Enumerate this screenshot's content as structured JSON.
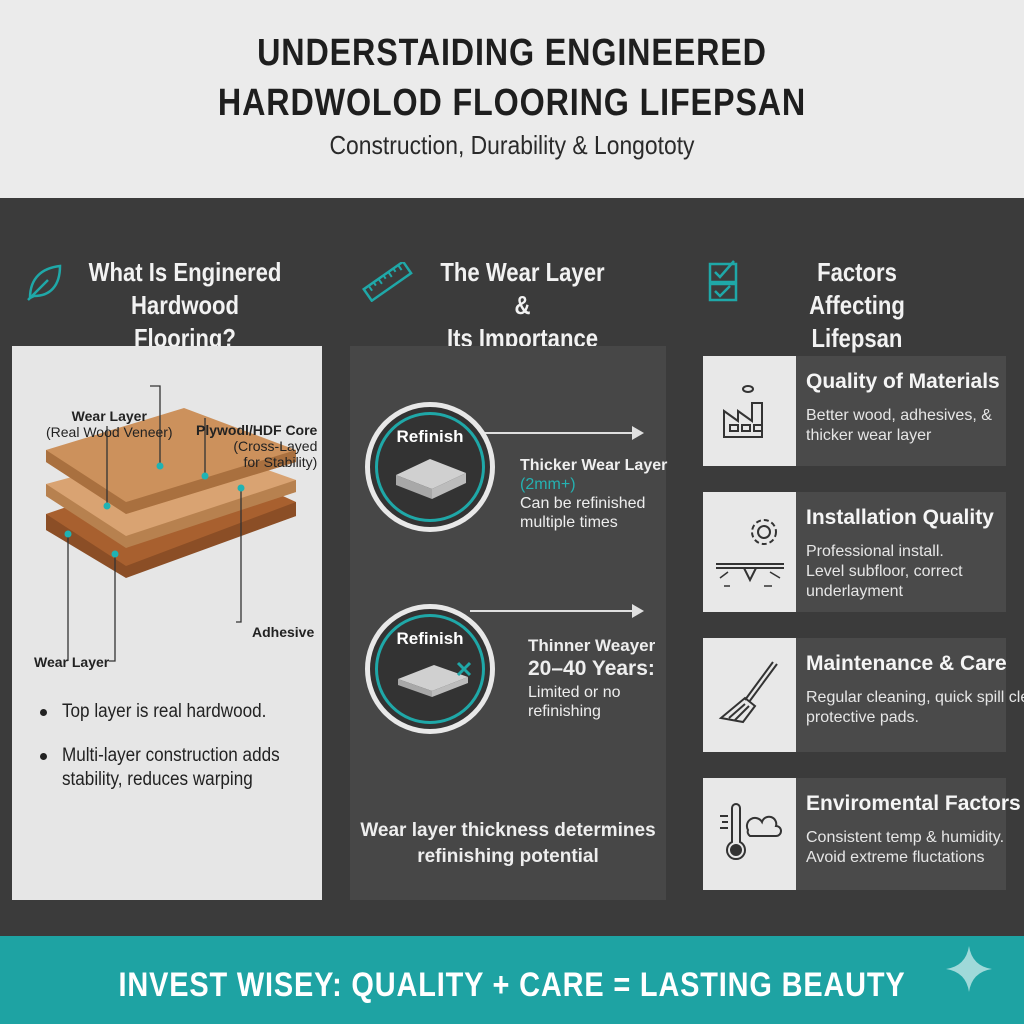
{
  "header": {
    "title_line1": "UNDERSTAIDING ENGINEERED",
    "title_line2": "HARDWOLOD FLOORING LIFEPSAN",
    "subtitle": "Construction, Durability & Longototy"
  },
  "columns": [
    {
      "icon": "leaf-icon",
      "title_line1": "What Is Enginered",
      "title_line2": "Hardwood Flooring?"
    },
    {
      "icon": "ruler-icon",
      "title_line1": "The Wear Layer &",
      "title_line2": "Its Importance"
    },
    {
      "icon": "checklist-icon",
      "title_line1": "Factors Affecting",
      "title_line2": "Lifepsan"
    }
  ],
  "diagram": {
    "label_wear_top": "Wear Layer",
    "label_wear_top_sub": "(Real Wood Veneer)",
    "label_core": "Plywodl/HDF Core",
    "label_core_sub1": "(Cross-Layed",
    "label_core_sub2": "for Stability)",
    "label_adhesive": "Adhesive",
    "label_wear_bottom": "Wear Layer"
  },
  "bullets": [
    "Top layer is real hardwood.",
    "Multi-layer construction adds stability, reduces warping"
  ],
  "wear": {
    "thick": {
      "badge": "Refinish",
      "title": "Thicker Wear Layer",
      "thickness": "(2mm+)",
      "desc_line1": "Can be refinished",
      "desc_line2": "multiple times"
    },
    "thin": {
      "badge": "Refinish",
      "title": "Thinner Weayer",
      "years": "20–40 Years:",
      "desc_line1": "Limited or no",
      "desc_line2": "refinishing"
    },
    "summary_line1": "Wear layer thickness determines",
    "summary_line2": "refinishing potential"
  },
  "factors": [
    {
      "icon": "factory-icon",
      "title": "Quality of Materials",
      "desc_line1": "Better wood, adhesives, &",
      "desc_line2": "thicker wear layer"
    },
    {
      "icon": "gear-icon",
      "title": "Installation Quality",
      "desc_line1": "Professional install.",
      "desc_line2": "Level subfloor, correct",
      "desc_line3": "underlayment"
    },
    {
      "icon": "broom-icon",
      "title": "Maintenance & Care",
      "desc_line1": "Regular cleaning, quick spill clesu",
      "desc_line2": "protective pads."
    },
    {
      "icon": "thermometer-icon",
      "title": "Enviromental Factors",
      "desc_line1": "Consistent temp & humidity.",
      "desc_line2": "Avoid extreme fluctations"
    }
  ],
  "footer": {
    "text": "INVEST WISEY: QUALITY + CARE = LASTING BEAUTY"
  },
  "colors": {
    "accent": "#1ea3a3",
    "dark_bg": "#3b3b3b",
    "header_bg": "#ebebeb",
    "wood_top": "#c98e5a",
    "wood_bottom": "#9a5f34"
  }
}
